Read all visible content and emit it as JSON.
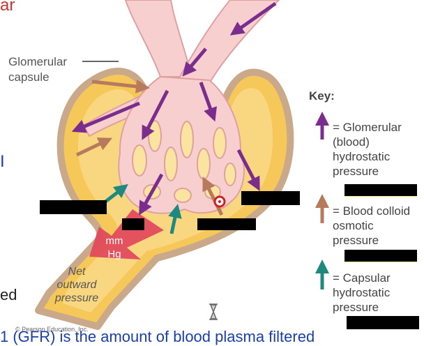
{
  "slide_top_fragment": "ar",
  "slide_left_fragment_1": "I",
  "slide_left_fragment_2": "ed",
  "slide_bottom_text": "1 (GFR) is the amount of blood plasma filtered",
  "capsule_label": "Glomerular\ncapsule",
  "unit_label": "mm\nHg",
  "net_label": "Net\noutward\npressure",
  "copyright": "© Pearson Education, Inc.",
  "key": {
    "title": "Key:",
    "items": [
      {
        "text": "= Glomerular\n(blood)\nhydrostatic\npressure",
        "color": "#7b2d8e"
      },
      {
        "text": "= Blood colloid\nosmotic\npressure",
        "color": "#b87a5c"
      },
      {
        "text": "= Capsular\nhydrostatic\npressure",
        "color": "#1e8a7e"
      }
    ]
  },
  "colors": {
    "capsule_fill": "#f6c85a",
    "capsule_edge": "#c9a98a",
    "vessel": "#f7cfcf",
    "vessel_edge": "#e0a0a0",
    "glomerular_arrow": "#7b2d8e",
    "colloid_arrow": "#b87a5c",
    "capsular_arrow": "#1e8a7e",
    "net_arrow": "#e0445a"
  },
  "icons": [
    "hourglass-icon",
    "target-icon"
  ]
}
